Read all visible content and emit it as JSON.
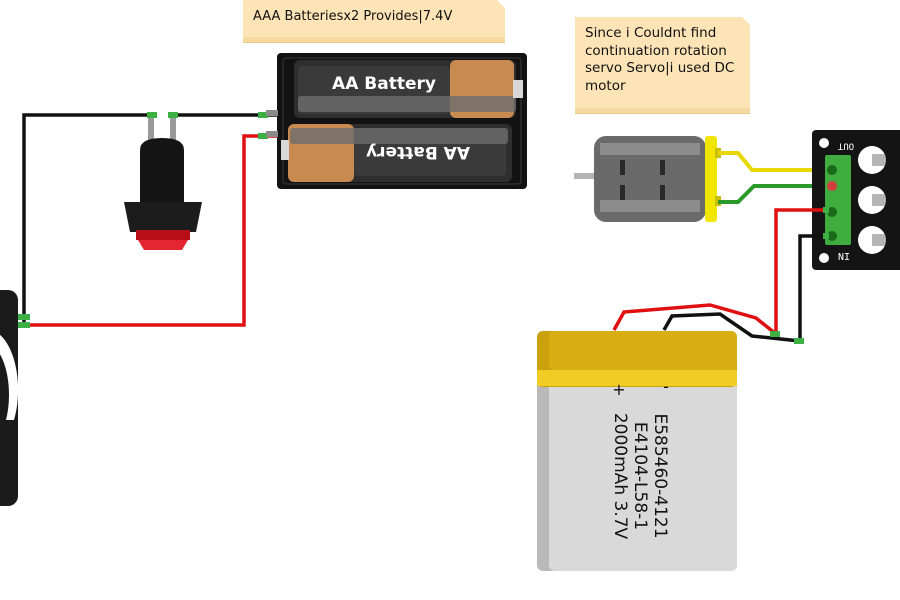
{
  "notes": {
    "battery_note": "AAA Batteriesx2 Provides|7.4V",
    "servo_note": "Since i Couldnt find continuation rotation servo Servo|i used DC motor"
  },
  "battery_holder": {
    "top_cell_label": "AA Battery",
    "bottom_cell_label": "AA Battery"
  },
  "motor_driver": {
    "out_label": "OUT",
    "in_label": "IN"
  },
  "lipo_battery": {
    "minus_label": "-",
    "plus_label": "+",
    "line1": "E585460-4121",
    "line2": "E4104-L58-1",
    "line3": "2000mAh 3.7V"
  },
  "colors": {
    "wire_black": "#111111",
    "wire_red": "#e01010",
    "wire_yellow": "#e8d800",
    "wire_green": "#2a9a2a",
    "note_bg": "#fde4b6"
  }
}
